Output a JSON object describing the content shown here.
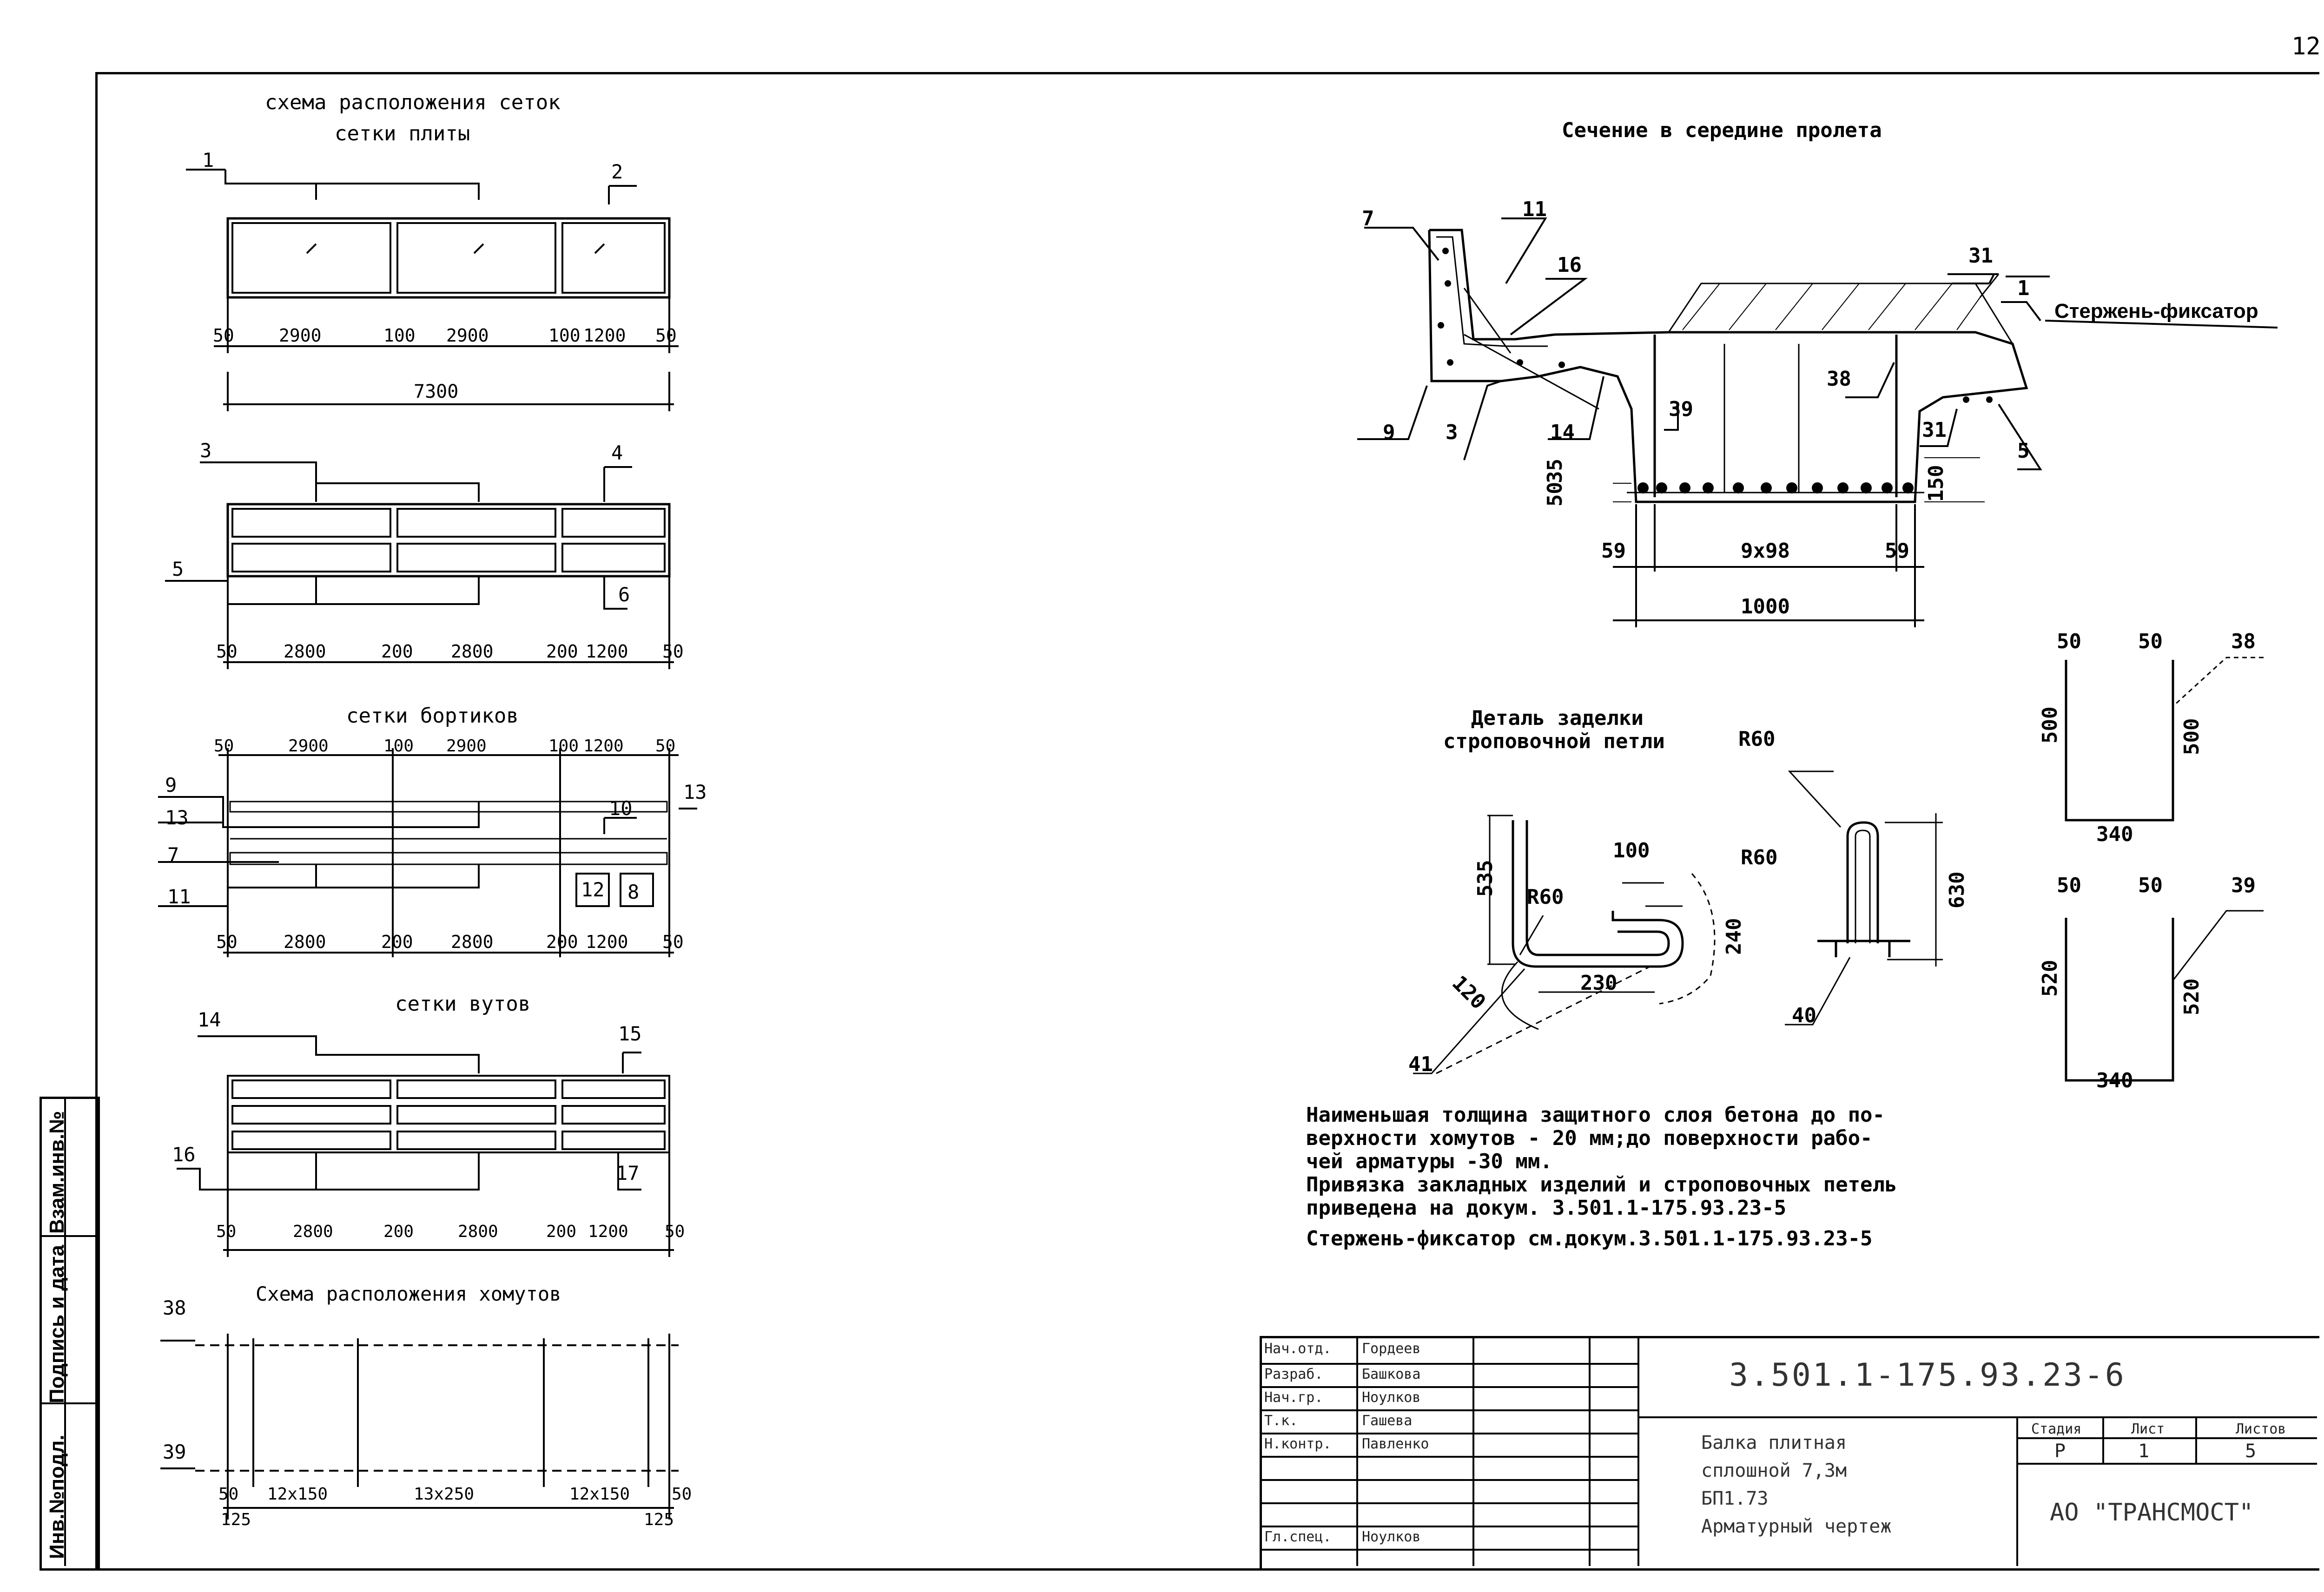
{
  "sheet_number": "12",
  "sidebar": {
    "labels": [
      "Инв.№подл.",
      "Подпись и дата",
      "Взам.инв.№"
    ]
  },
  "left": {
    "title_main": "схема расположения сеток",
    "title_slab": "сетки плиты",
    "slab": {
      "marks": [
        "1",
        "2"
      ],
      "dims": [
        "50",
        "2900",
        "100",
        "2900",
        "100",
        "1200",
        "50"
      ],
      "total": "7300"
    },
    "slab2": {
      "marks": [
        "3",
        "4",
        "5",
        "6"
      ],
      "dims": [
        "50",
        "2800",
        "200",
        "2800",
        "200",
        "1200",
        "50"
      ]
    },
    "title_sides": "сетки бортиков",
    "sides": {
      "top_dims": [
        "50",
        "2900",
        "100",
        "2900",
        "100",
        "1200",
        "50"
      ],
      "marks": [
        "9",
        "13",
        "7",
        "11",
        "10",
        "12",
        "8",
        "13"
      ],
      "dims": [
        "50",
        "2800",
        "200",
        "2800",
        "200",
        "1200",
        "50"
      ]
    },
    "title_haunch": "сетки вутов",
    "haunch": {
      "marks": [
        "14",
        "15",
        "16",
        "17"
      ],
      "dims": [
        "50",
        "2800",
        "200",
        "2800",
        "200",
        "1200",
        "50"
      ]
    },
    "title_stirrups": "Схема расположения хомутов",
    "stirrups": {
      "marks": [
        "38",
        "39"
      ],
      "dims": [
        "50",
        "12x150",
        "13x250",
        "12x150",
        "50"
      ],
      "ends": [
        "125",
        "125"
      ]
    }
  },
  "section": {
    "title": "Сечение в середине пролета",
    "marks": [
      "7",
      "11",
      "16",
      "31",
      "1",
      "9",
      "3",
      "14",
      "39",
      "38",
      "31",
      "5"
    ],
    "rod_label": "Стержень-фиксатор",
    "dims": {
      "left_v": "50",
      "left_v2": "35",
      "right_v": "150",
      "left": "59",
      "mid": "9x98",
      "right": "59",
      "total": "1000"
    }
  },
  "loop": {
    "title1": "Деталь заделки",
    "title2": "строповочной петли",
    "dims": [
      "535",
      "R60",
      "100",
      "240",
      "120",
      "230",
      "R60",
      "R60",
      "630"
    ],
    "marks": [
      "41",
      "40"
    ]
  },
  "stirrup38": {
    "top": [
      "50",
      "50"
    ],
    "mark": "38",
    "side_l": "500",
    "side_r": "500",
    "bottom": "340"
  },
  "stirrup39": {
    "top": [
      "50",
      "50"
    ],
    "mark": "39",
    "side_l": "520",
    "side_r": "520",
    "bottom": "340"
  },
  "notes": [
    "Наименьшая толщина защитного слоя бетона до по-",
    "верхности хомутов - 20 мм;до поверхности рабо-",
    "чей арматуры -30 мм.",
    "Привязка закладных изделий и строповочных петель",
    "приведена на докум. 3.501.1-175.93.23-5",
    "Стержень-фиксатор см.докум.3.501.1-175.93.23-5"
  ],
  "stamp": {
    "doc_code": "3.501.1-175.93.23-6",
    "roles": [
      "Нач.отд.",
      "Разраб.",
      "Нач.гр.",
      "Т.к.",
      "Н.контр.",
      "Гл.спец."
    ],
    "names": [
      "Гордеев",
      "Башкова",
      "Ноулков",
      "Гашева",
      "Павленко",
      "Ноулков"
    ],
    "title_lines": [
      "Балка плитная",
      "сплошной 7,3м",
      "БП1.73",
      "Арматурный чертеж"
    ],
    "stage_head": [
      "Стадия",
      "Лист",
      "Листов"
    ],
    "stage_vals": [
      "Р",
      "1",
      "5"
    ],
    "org": "АО \"ТРАНСМОСТ\""
  }
}
